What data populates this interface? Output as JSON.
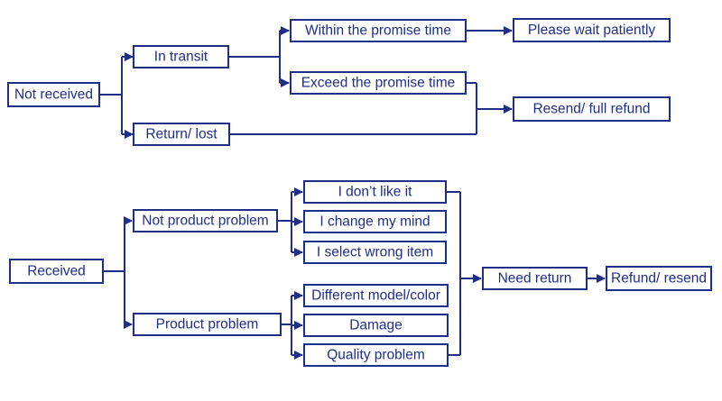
{
  "nodes": {
    "not_received": "Not received",
    "in_transit": "In transit",
    "return_lost": "Return/ lost",
    "within_promise": "Within the promise time",
    "exceed_promise": "Exceed the promise time",
    "wait_patiently": "Please wait patiently",
    "resend_full_refund": "Resend/ full refund",
    "received": "Received",
    "not_product_problem": "Not product problem",
    "product_problem": "Product problem",
    "dont_like_it": "I don’t like it",
    "change_mind": "I change my mind",
    "wrong_item": "I select wrong item",
    "different_model": "Different model/color",
    "damage": "Damage",
    "quality_problem": "Quality problem",
    "need_return": "Need return",
    "refund_resend": "Refund/ resend"
  }
}
